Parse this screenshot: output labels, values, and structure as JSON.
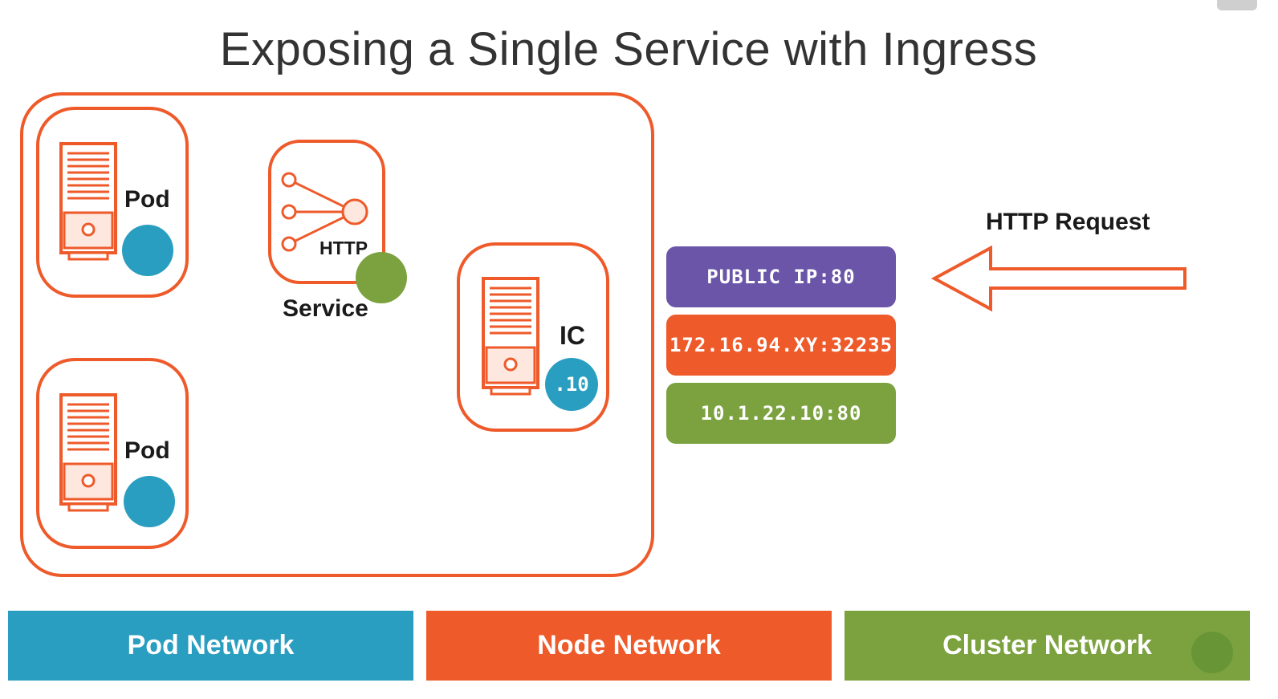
{
  "title": "Exposing a Single Service with Ingress",
  "pods": [
    {
      "label": "Pod"
    },
    {
      "label": "Pod"
    }
  ],
  "service": {
    "label": "Service",
    "protocol": "HTTP"
  },
  "ingress_controller": {
    "label": "IC",
    "ip_suffix": ".10"
  },
  "request": {
    "label": "HTTP Request"
  },
  "ip_addresses": [
    {
      "text": "PUBLIC IP:80",
      "color": "#6a55a8"
    },
    {
      "text": "172.16.94.XY:32235",
      "color": "#ee5a2a"
    },
    {
      "text": "10.1.22.10:80",
      "color": "#7ba23f"
    }
  ],
  "networks": [
    {
      "label": "Pod Network",
      "color": "#2a9ec0"
    },
    {
      "label": "Node Network",
      "color": "#ee5a2a"
    },
    {
      "label": "Cluster Network",
      "color": "#7ba23f"
    }
  ],
  "colors": {
    "accent": "#ee5a2a",
    "pod_dot": "#2a9ec0",
    "service_dot": "#7ba23f"
  }
}
